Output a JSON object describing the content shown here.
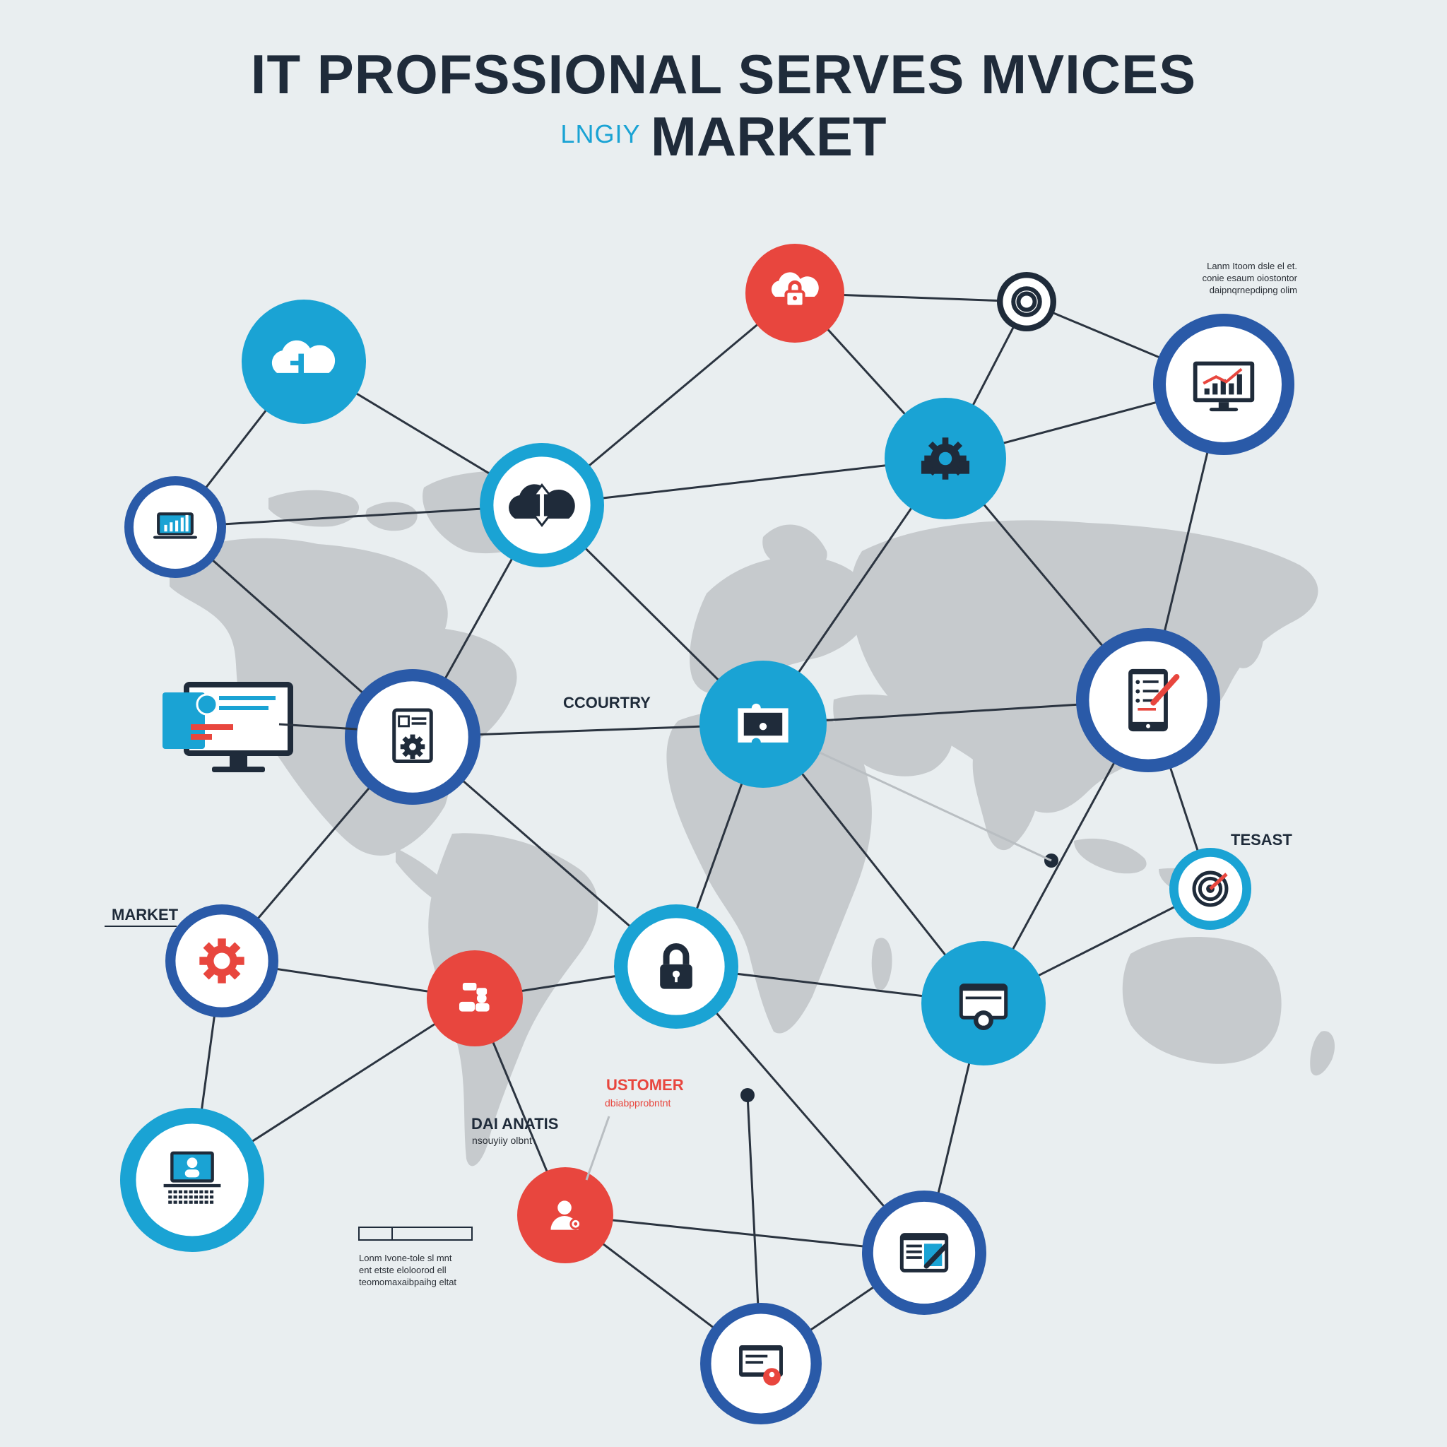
{
  "title": {
    "line1": "IT PROFSSIONAL SERVES MVICES",
    "line2_small": "LNGIY",
    "line2_big": "MARKET"
  },
  "labels": {
    "country": "CCOURTRY",
    "market": "MARKET",
    "tesast": "TESAST",
    "customer": "USTOMER",
    "customer_sub": "dbiabpprobntnt",
    "data_analytics": "DAI ANATIS",
    "data_analytics_sub": "nsouyiiy olbnt"
  },
  "notes": {
    "top_right": [
      "Lanm Itoom dsle el et.",
      "conie esaum oiostontor",
      "daipnqrnepdipng olim"
    ],
    "bottom_left": [
      "Lonm Ivone-tole sl mnt",
      "ent etste eloloorod ell",
      "teomomaxaibpaihg eltat"
    ]
  },
  "colors": {
    "accent_blue": "#1aa3d4",
    "dark_blue": "#2a5aa8",
    "accent_red": "#e8463e",
    "dark_navy": "#1f2b3a",
    "map_gray": "#c6cacd",
    "line_dark": "#2b3440"
  },
  "nodes": [
    {
      "id": "cloud-upload",
      "icon": "cloud-upload-icon",
      "style": "blue"
    },
    {
      "id": "laptop-chart",
      "icon": "laptop-chart-icon",
      "style": "darkring"
    },
    {
      "id": "cloud-sync",
      "icon": "cloud-sync-icon",
      "style": "blue"
    },
    {
      "id": "cloud-lock",
      "icon": "cloud-lock-icon",
      "style": "red"
    },
    {
      "id": "target-small",
      "icon": "target-icon",
      "style": "black"
    },
    {
      "id": "monitor-growth",
      "icon": "monitor-growth-icon",
      "style": "darkring"
    },
    {
      "id": "gear-server",
      "icon": "gear-server-icon",
      "style": "blue"
    },
    {
      "id": "document-gear",
      "icon": "document-gear-icon",
      "style": "darkring"
    },
    {
      "id": "puzzle-laptop",
      "icon": "puzzle-laptop-icon",
      "style": "blue"
    },
    {
      "id": "tablet-checklist",
      "icon": "tablet-checklist-icon",
      "style": "darkring"
    },
    {
      "id": "target-arrow",
      "icon": "target-arrow-icon",
      "style": "blue"
    },
    {
      "id": "gear-red",
      "icon": "gear-icon",
      "style": "darkring"
    },
    {
      "id": "people-chat",
      "icon": "people-chat-icon",
      "style": "red"
    },
    {
      "id": "padlock",
      "icon": "padlock-icon",
      "style": "blue"
    },
    {
      "id": "browser-camera",
      "icon": "browser-camera-icon",
      "style": "blue"
    },
    {
      "id": "computer-user",
      "icon": "computer-user-icon",
      "style": "blue"
    },
    {
      "id": "user-settings",
      "icon": "user-settings-icon",
      "style": "red"
    },
    {
      "id": "browser-edit",
      "icon": "browser-edit-icon",
      "style": "darkring"
    },
    {
      "id": "document-user",
      "icon": "document-user-icon",
      "style": "darkring"
    }
  ]
}
